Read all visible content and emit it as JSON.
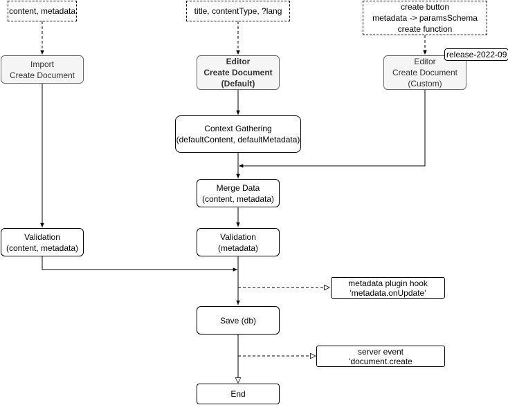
{
  "inputs": {
    "import": "content, metadata",
    "default": "title, contentType, ?lang",
    "custom": [
      "create button",
      "metadata -> paramsSchema",
      "create function"
    ]
  },
  "nodes": {
    "import_create": [
      "Import",
      "Create Document"
    ],
    "editor_default": [
      "Editor",
      "Create Document",
      "(Default)"
    ],
    "editor_custom": [
      "Editor",
      "Create Document",
      "(Custom)"
    ],
    "release_tag": "release-2022-09",
    "context_gathering": [
      "Context Gathering",
      "(defaultContent, defaultMetadata)"
    ],
    "merge_data": [
      "Merge Data",
      "(content, metadata)"
    ],
    "validation_import": [
      "Validation",
      "(content, metadata)"
    ],
    "validation_default": [
      "Validation",
      "(metadata)"
    ],
    "metadata_hook": [
      "metadata plugin hook",
      "'metadata.onUpdate'"
    ],
    "save": "Save (db)",
    "server_event": [
      "server event",
      "'document.create"
    ],
    "end": "End"
  }
}
